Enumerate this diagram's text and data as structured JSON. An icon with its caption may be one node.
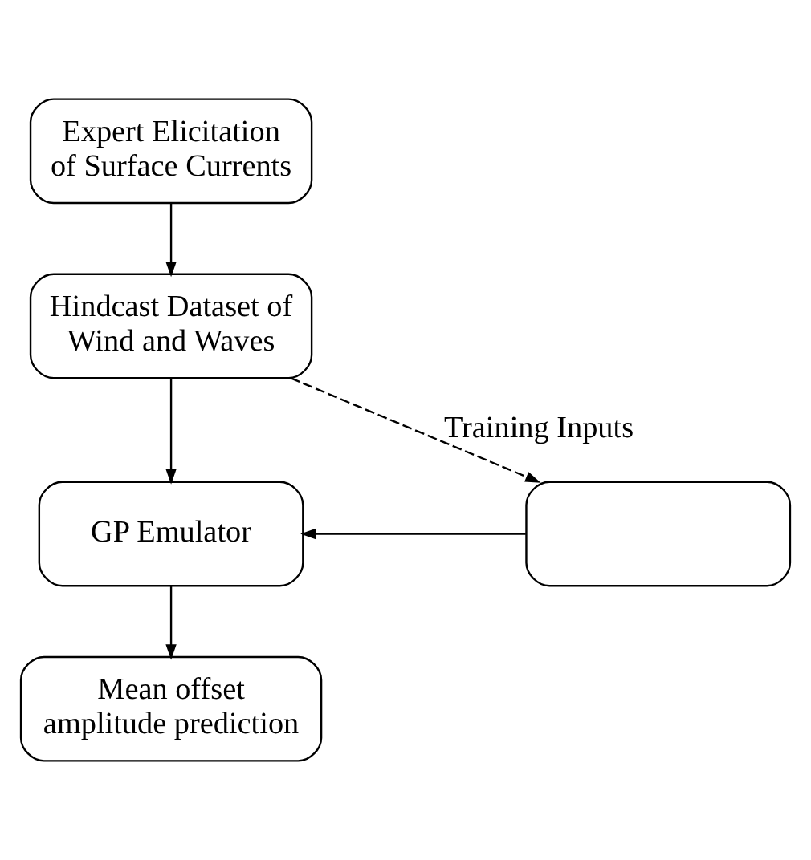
{
  "diagram": {
    "nodes": [
      {
        "text": [
          "Expert Elicitation of Surface Currents"
        ]
      },
      {
        "text": [
          "Hindcast Dataset of Wind and Waves"
        ]
      },
      {
        "text": [
          "GP Emulator"
        ]
      },
      {
        "text": [],
        "shape": "box"
      },
      {
        "text": [
          "Mean offset amplitude prediction"
        ]
      }
    ],
    "edges": [
      {
        "from": 0,
        "to": 1,
        "arrow": "to"
      },
      {
        "from": 1,
        "to": 2,
        "arrow": "to"
      },
      {
        "from": 1,
        "to": 3,
        "arrow": "to",
        "style": "dashed",
        "label": "Training Inputs"
      },
      {
        "from": 3,
        "to": 2,
        "arrow": "to"
      },
      {
        "from": 2,
        "to": 4,
        "arrow": "to"
      }
    ]
  }
}
